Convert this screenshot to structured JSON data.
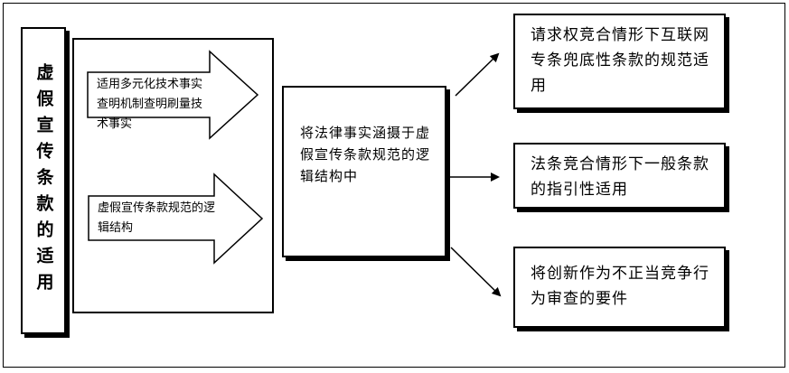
{
  "title": "虚假宣传条款的适用",
  "left_arrows": [
    {
      "text": "适用多元化技术事实查明机制查明刷量技术事实"
    },
    {
      "text": "虚假宣传条款规范的逻辑结构"
    }
  ],
  "middle": {
    "text": "将法律事实涵摄于虚假宣传条款规范的逻辑结构中"
  },
  "outputs": [
    {
      "text": "请求权竞合情形下互联网专条兜底性条款的规范适用"
    },
    {
      "text": "法条竞合情形下一般条款的指引性适用"
    },
    {
      "text": "将创新作为不正当竞争行为审查的要件"
    }
  ]
}
